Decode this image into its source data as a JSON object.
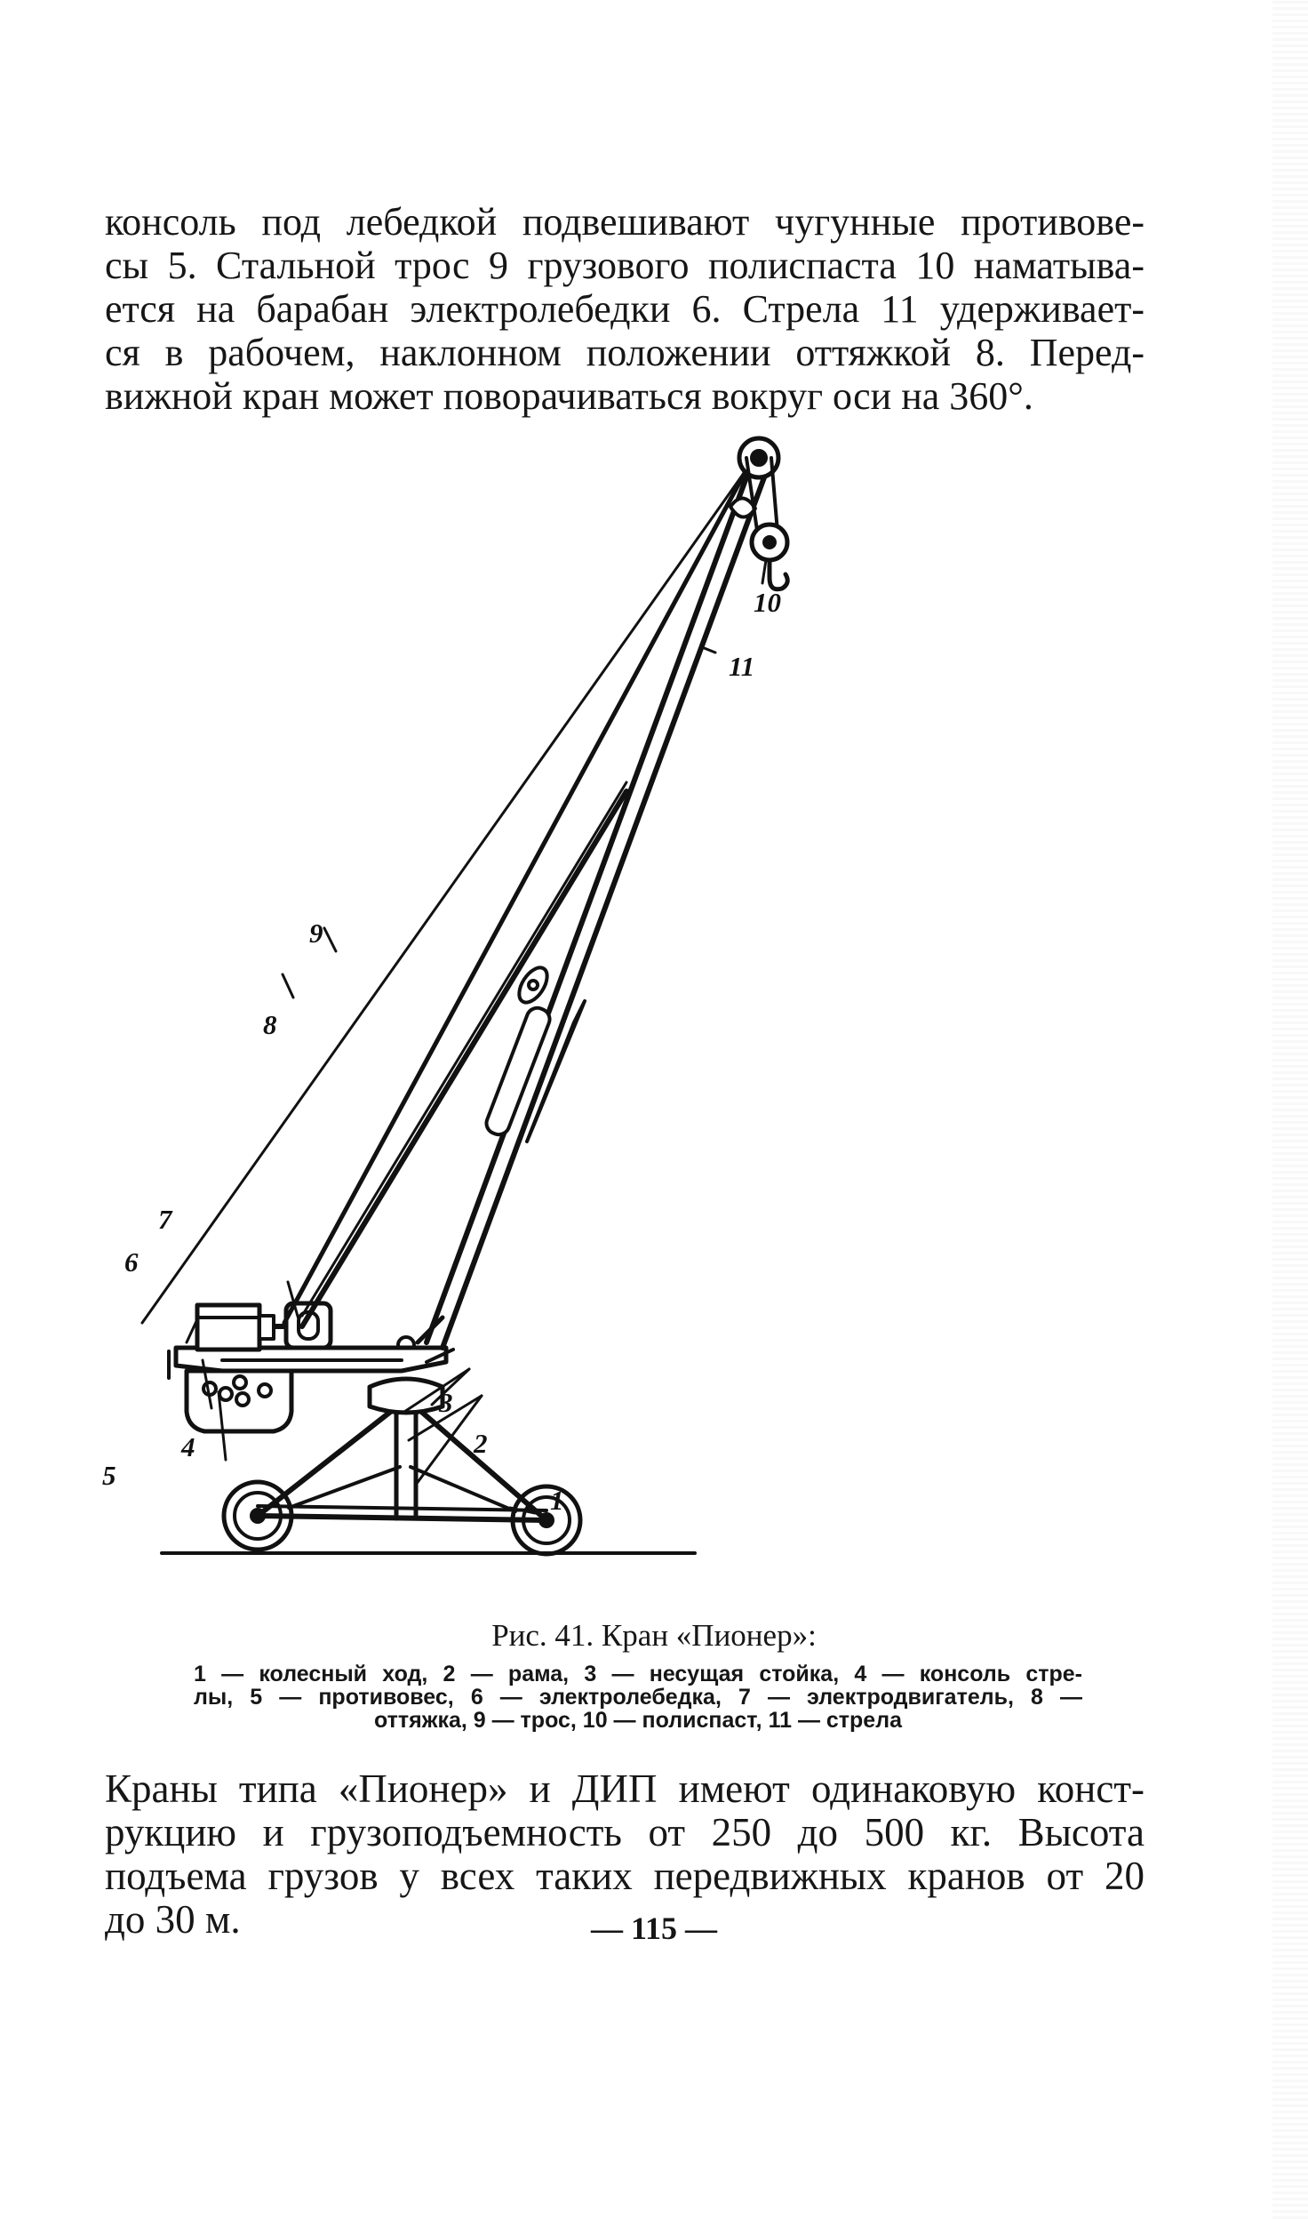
{
  "top_paragraph": {
    "lines": [
      "консоль под лебедкой подвешивают чугунные противове-",
      "сы 5. Стальной трос 9 грузового полиспаста 10 наматыва-",
      "ется на барабан электролебедки 6. Стрела 11 удерживает-",
      "ся в рабочем, наклонном положении оттяжкой 8. Перед-",
      "вижной кран может поворачиваться вокруг оси на 360°."
    ]
  },
  "figure": {
    "labels": {
      "n1": "1",
      "n2": "2",
      "n3": "3",
      "n4": "4",
      "n5": "5",
      "n6": "6",
      "n7": "7",
      "n8": "8",
      "n9": "9",
      "n10": "10",
      "n11": "11"
    },
    "caption": "Рис. 41. Кран «Пионер»:",
    "legend_lines": [
      "1 — колесный ход, 2 — рама, 3 — несущая стойка, 4 — консоль стре-",
      "лы, 5 — противовес, 6 — электролебедка, 7 — электродвигатель, 8 —",
      "оттяжка, 9 — трос, 10 — полиспаст, 11 — стрела"
    ]
  },
  "bottom_paragraph": {
    "lines": [
      "Краны типа «Пионер» и ДИП имеют одинаковую конст-",
      "рукцию и грузоподъемность от 250 до 500 кг. Высота",
      "подъема грузов у всех таких передвижных кранов от 20",
      "до 30 м."
    ]
  },
  "page_number": "— 115 —"
}
